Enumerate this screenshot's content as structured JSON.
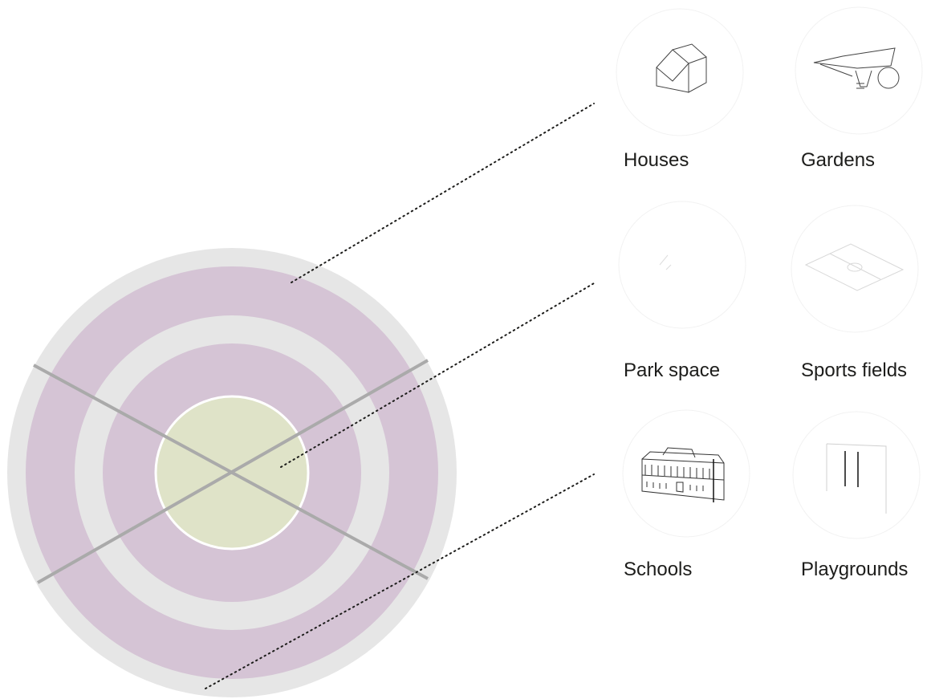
{
  "legend": [
    {
      "key": "houses",
      "label": "Houses",
      "icon": "house-icon"
    },
    {
      "key": "gardens",
      "label": "Gardens",
      "icon": "wheelbarrow-icon"
    },
    {
      "key": "park_space",
      "label": "Park space",
      "icon": "park-icon"
    },
    {
      "key": "sports_fields",
      "label": "Sports fields",
      "icon": "sports-field-icon"
    },
    {
      "key": "schools",
      "label": "Schools",
      "icon": "school-building-icon"
    },
    {
      "key": "playgrounds",
      "label": "Playgrounds",
      "icon": "swing-icon"
    }
  ],
  "colors": {
    "outer_ring": "#e6e6e6",
    "housing_ring": "#d5c4d5",
    "center": "#dfe3c8",
    "axis_lines": "#aaaaaa",
    "leader_lines": "#1d1d1b",
    "icon_circle": "#f2f2f2",
    "text": "#1d1d1b"
  }
}
